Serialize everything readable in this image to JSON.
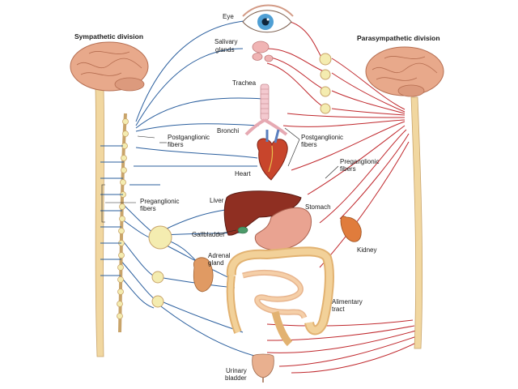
{
  "titles": {
    "sympathetic": "Sympathetic division",
    "parasympathetic": "Parasympathetic division"
  },
  "labels": {
    "eye": "Eye",
    "salivary_1": "Salivary",
    "salivary_2": "glands",
    "trachea": "Trachea",
    "bronchi": "Bronchi",
    "heart": "Heart",
    "liver": "Liver",
    "gallbladder": "Gallbladder",
    "adrenal_1": "Adrenal",
    "adrenal_2": "gland",
    "stomach": "Stomach",
    "kidney": "Kidney",
    "alimentary_1": "Alimentary",
    "alimentary_2": "tract",
    "bladder_1": "Urinary",
    "bladder_2": "bladder",
    "post_left_1": "Postganglionic",
    "post_left_2": "fibers",
    "pre_left_1": "Preganglionic",
    "pre_left_2": "fibers",
    "post_right_1": "Postganglionic",
    "post_right_2": "fibers",
    "pre_right_1": "Preganglionic",
    "pre_right_2": "fibers"
  },
  "colors": {
    "sympathetic_nerve": "#2b5f9e",
    "parasympathetic_nerve": "#c0282d",
    "brain": "#e8a98b",
    "spinal_cord": "#f1d7a0",
    "ganglion": "#f4ecb0",
    "liver": "#8f2f22",
    "stomach": "#e9a391",
    "intestine": "#efc98e",
    "heart": "#c8452c"
  },
  "icons": {
    "eye": "eye-icon",
    "salivary": "salivary-glands-icon",
    "trachea": "trachea-icon",
    "heart": "heart-icon",
    "liver": "liver-icon",
    "stomach": "stomach-icon",
    "kidney": "kidney-icon",
    "adrenal": "adrenal-gland-icon",
    "intestine": "intestine-icon",
    "bladder": "urinary-bladder-icon",
    "brain": "brain-icon"
  }
}
